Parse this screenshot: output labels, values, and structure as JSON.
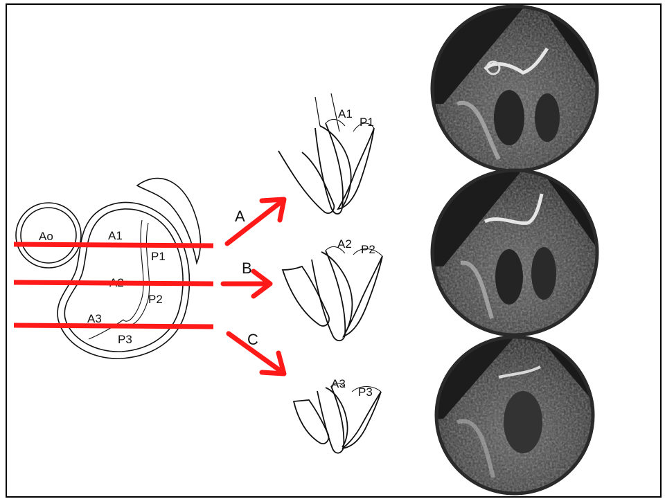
{
  "mitral_diagram": {
    "aorta_label": "Ao",
    "anterior_labels": [
      "A1",
      "A2",
      "A3"
    ],
    "posterior_labels": [
      "P1",
      "P2",
      "P3"
    ]
  },
  "planes": [
    {
      "letter": "A",
      "leaflets": [
        "A1",
        "P1"
      ]
    },
    {
      "letter": "B",
      "leaflets": [
        "A2",
        "P2"
      ]
    },
    {
      "letter": "C",
      "leaflets": [
        "A3",
        "P3"
      ]
    }
  ],
  "colors": {
    "cut_line": "#ff1a1a",
    "frame": "#000000",
    "ink": "#111111"
  },
  "echo_views": [
    "tee-view-a",
    "tee-view-b",
    "tee-view-c"
  ]
}
